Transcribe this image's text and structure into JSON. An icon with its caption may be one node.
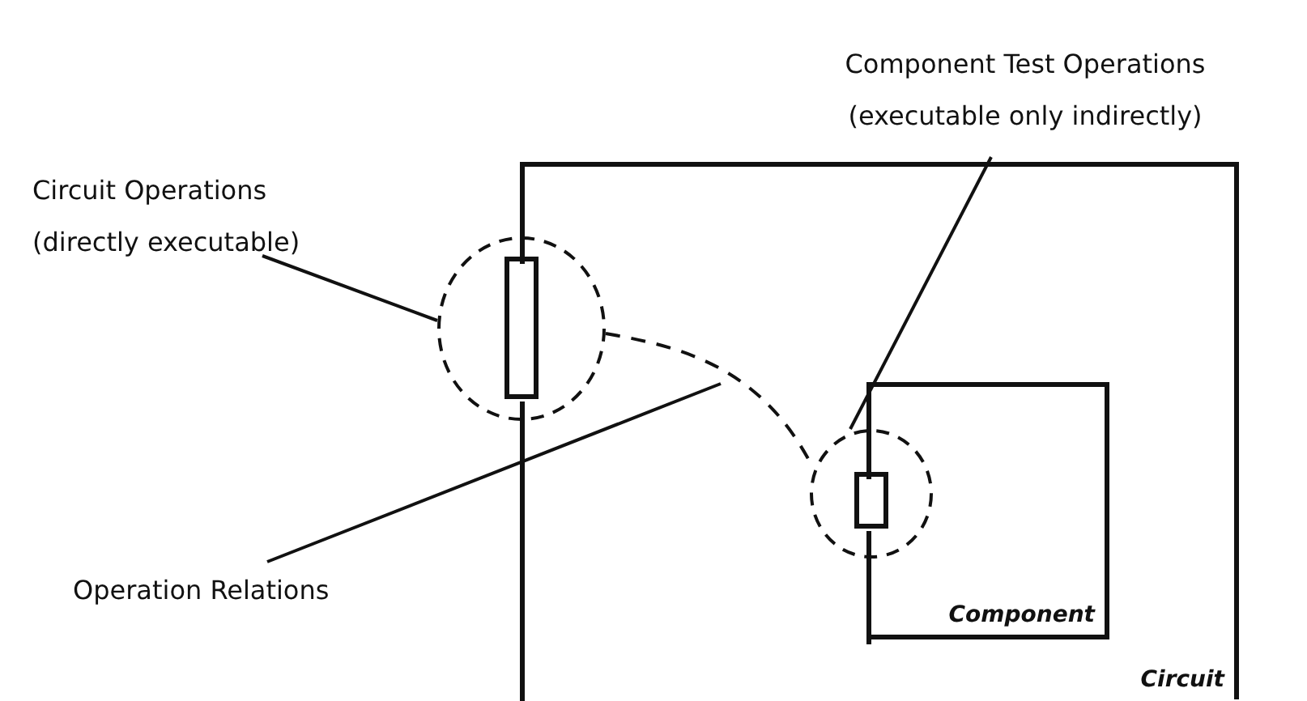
{
  "diagram": {
    "nodes": [
      {
        "text": [
          "Circuit"
        ]
      },
      {
        "text": [
          "Component"
        ],
        "in": 0
      },
      {
        "text": [
          "Circuit Operations",
          "(directly executable)"
        ]
      },
      {
        "text": [],
        "shape": "circle"
      },
      {
        "text": [
          "Component Test Operations",
          "(executable only indirectly)"
        ]
      },
      {
        "text": [],
        "shape": "circle",
        "in": 0
      },
      {
        "text": [
          "Operation Relations"
        ]
      }
    ],
    "edges": [
      {
        "from": 2,
        "to": 3,
        "arrow": "none"
      },
      {
        "from": 4,
        "to": 5,
        "arrow": "none"
      },
      {
        "from": 6,
        "to": null,
        "arrow": "none"
      },
      {
        "from": 3,
        "to": 5,
        "arrow": "none",
        "style": "dashed"
      }
    ]
  }
}
